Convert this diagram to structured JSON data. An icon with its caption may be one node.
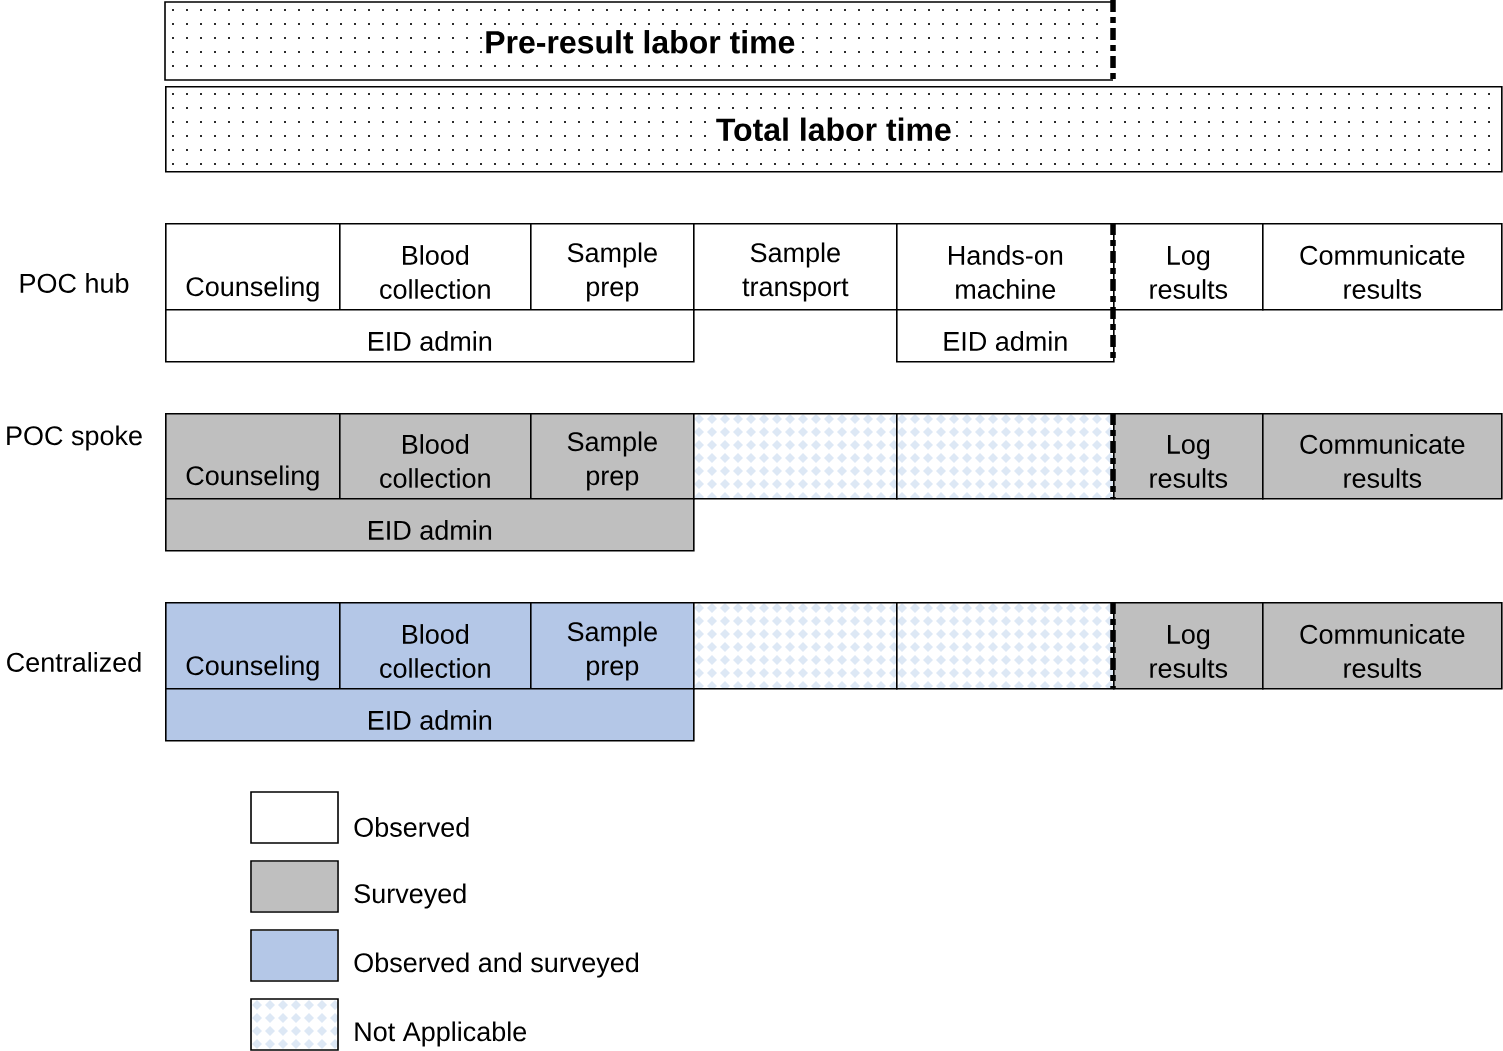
{
  "diagram": {
    "nodes": [
      {
        "text": [
          "Pre-result labor time"
        ]
      },
      {
        "text": [
          "Total labor time"
        ]
      },
      {
        "text": [
          "Counseling"
        ]
      },
      {
        "text": [
          "Blood collection"
        ]
      },
      {
        "text": [
          "Sample prep"
        ]
      },
      {
        "text": [
          "Sample transport"
        ]
      },
      {
        "text": [
          "Hands-on machine"
        ]
      },
      {
        "text": [
          "Log results"
        ]
      },
      {
        "text": [
          "Communicate results"
        ]
      },
      {
        "text": [
          "EID admin"
        ]
      },
      {
        "text": [
          "EID admin"
        ]
      },
      {
        "text": [
          "Counseling"
        ]
      },
      {
        "text": [
          "Blood collection"
        ]
      },
      {
        "text": [
          "Sample prep"
        ]
      },
      {
        "text": [],
        "shape": "box"
      },
      {
        "text": [],
        "shape": "box"
      },
      {
        "text": [
          "Log results"
        ]
      },
      {
        "text": [
          "Communicate results"
        ]
      },
      {
        "text": [
          "EID admin"
        ]
      },
      {
        "text": [
          "Counseling"
        ]
      },
      {
        "text": [
          "Blood collection"
        ]
      },
      {
        "text": [
          "Sample prep"
        ]
      },
      {
        "text": [],
        "shape": "box"
      },
      {
        "text": [],
        "shape": "box"
      },
      {
        "text": [
          "Log results"
        ]
      },
      {
        "text": [
          "Communicate results"
        ]
      },
      {
        "text": [
          "EID admin"
        ]
      }
    ],
    "labels": [
      "POC hub",
      "POC spoke",
      "Centralized"
    ],
    "legend": [
      {
        "text": "Observed"
      },
      {
        "text": "Surveyed",
        "color": "#bfbfbf"
      },
      {
        "text": "Observed and surveyed",
        "color": "#b4c7e7"
      },
      {
        "text": "Not Applicable"
      }
    ]
  }
}
